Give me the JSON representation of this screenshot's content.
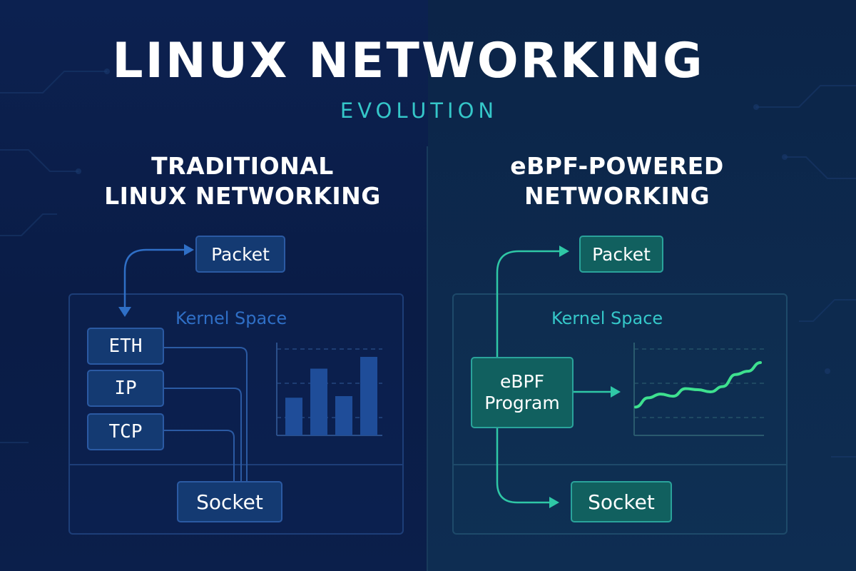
{
  "title": "LINUX NETWORKING",
  "subtitle": "EVOLUTION",
  "left": {
    "heading_line1": "TRADITIONAL",
    "heading_line2": "LINUX NETWORKING",
    "packet_label": "Packet",
    "kernel_label": "Kernel Space",
    "layers": [
      "ETH",
      "IP",
      "TCP"
    ],
    "socket_label": "Socket",
    "bar_values": [
      0.48,
      0.85,
      0.5,
      1.0
    ],
    "colors": {
      "accent": "#2f6fc6",
      "box_border": "#2b5aa3",
      "bars": "#1f4d99"
    }
  },
  "right": {
    "heading_line1": "eBPF-POWERED",
    "heading_line2": "NETWORKING",
    "packet_label": "Packet",
    "kernel_label": "Kernel Space",
    "program_line1": "eBPF",
    "program_line2": "Program",
    "socket_label": "Socket",
    "line_values": [
      0.18,
      0.35,
      0.42,
      0.38,
      0.52,
      0.5,
      0.46,
      0.56,
      0.78,
      0.84,
      1.0
    ],
    "colors": {
      "accent": "#2fc7a6",
      "box_border": "#2aa39b",
      "line": "#3ee08f"
    }
  }
}
